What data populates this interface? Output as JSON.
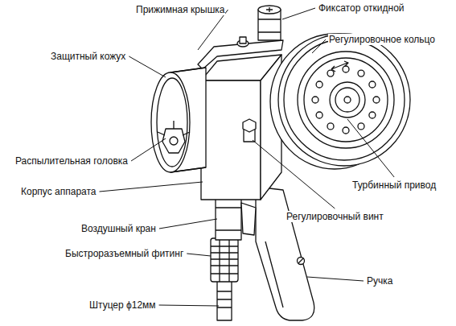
{
  "diagram": {
    "labels": [
      "Прижимная крышка",
      "Фиксатор откидной",
      "Защитный кожух",
      "Регулировочное кольцо",
      "Распылительная головка",
      "Турбинный привод",
      "Корпус аппарата",
      "Воздушный кран",
      "Регулировочный винт",
      "Быстроразъемный фитинг",
      "Ручка",
      "Штуцер ϕ12мм"
    ]
  }
}
